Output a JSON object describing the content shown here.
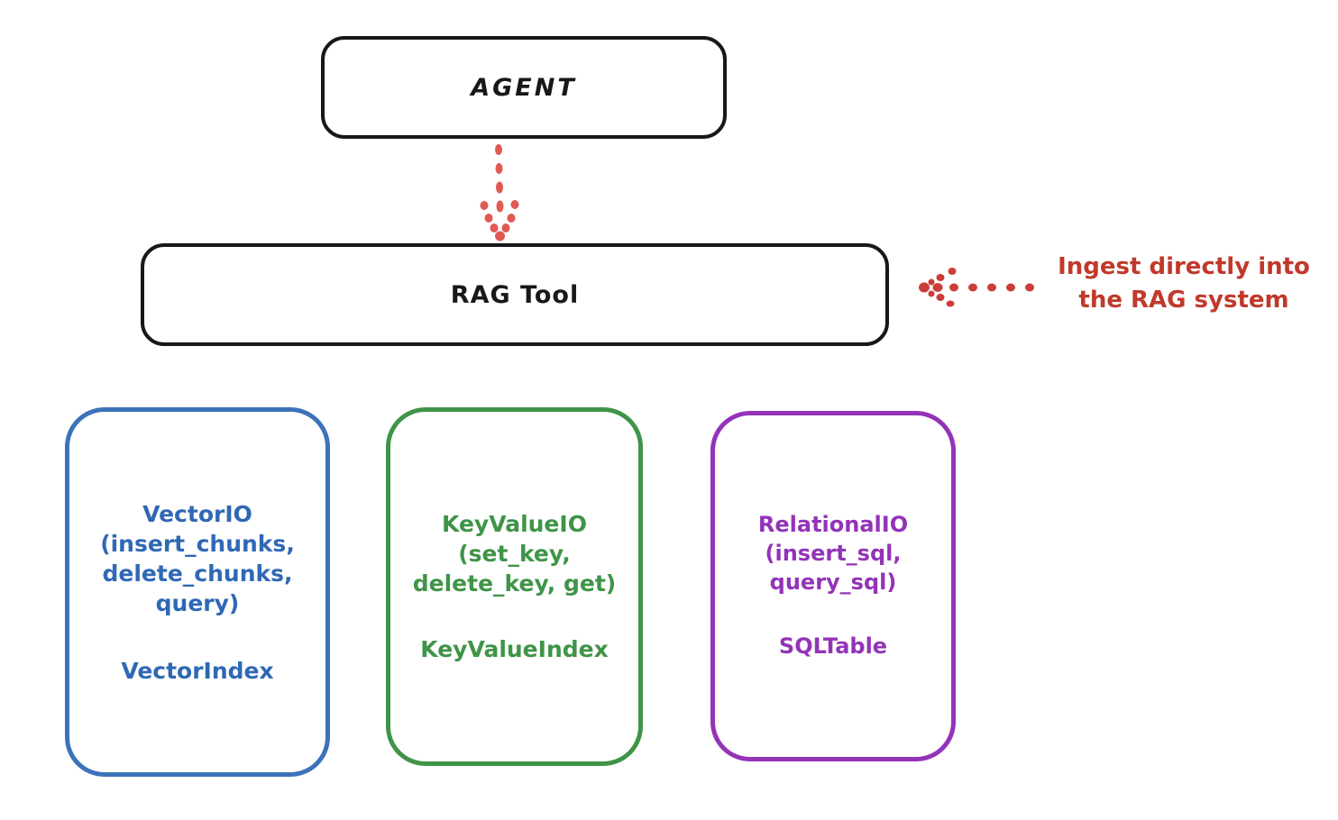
{
  "diagram": {
    "background_color": "#ffffff",
    "nodes": {
      "agent": {
        "label": "AGENT",
        "stroke_color": "#16181a"
      },
      "rag_tool": {
        "label": "RAG Tool",
        "stroke_color": "#16181a"
      },
      "vector_io": {
        "title": "VectorIO\n(insert_chunks,\ndelete_chunks,\nquery)",
        "index": "VectorIndex",
        "color": "#2f68b5"
      },
      "key_value_io": {
        "title": "KeyValueIO\n(set_key,\ndelete_key, get)",
        "index": "KeyValueIndex",
        "color": "#3f9447"
      },
      "relational_io": {
        "title": "RelationalIO\n(insert_sql,\nquery_sql)",
        "index": "SQLTable",
        "color": "#9333b8"
      }
    },
    "annotations": {
      "ingest_note": {
        "text": "Ingest directly into\nthe RAG system",
        "color": "#c0392b"
      }
    },
    "connectors": {
      "agent_to_rag": {
        "style": "dotted",
        "direction": "down",
        "color": "#e05a52"
      },
      "ingest_to_rag": {
        "style": "dotted",
        "direction": "left",
        "color": "#cb3e38"
      }
    }
  }
}
